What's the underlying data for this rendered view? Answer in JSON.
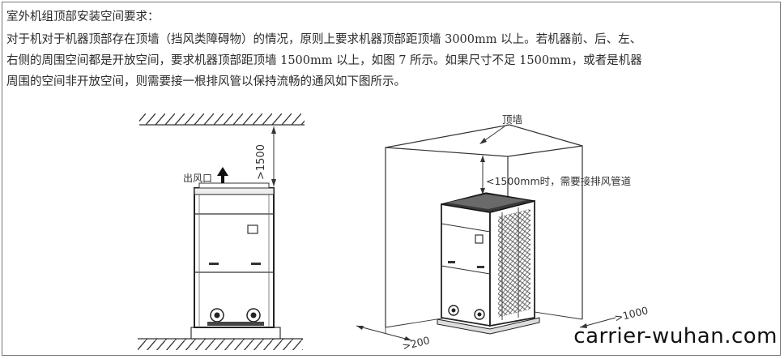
{
  "heading": "室外机组顶部安装空间要求：",
  "paragraph_lines": [
    "对于机对于机器顶部存在顶墙（挡风类障碍物）的情况，原则上要求机器顶部距顶墙 3000mm 以上。若机器前、后、左、",
    "右侧的周围空间都是开放空间，要求机器顶部距顶墙 1500mm 以上，如图 7 所示。如果尺寸不足 1500mm，或者是机器",
    "周围的空间非开放空间，则需要接一根排风管以保持流畅的通风如下图所示。"
  ],
  "left_figure": {
    "outlet_label": "出风口",
    "gap_label": ">1500"
  },
  "right_figure": {
    "ceiling_label": "顶墙",
    "pipe_note": "<1500mm时，需要接排风管道",
    "front_dim": ">200",
    "side_dim": ">1000"
  },
  "watermark": "carrier-wuhan.com"
}
